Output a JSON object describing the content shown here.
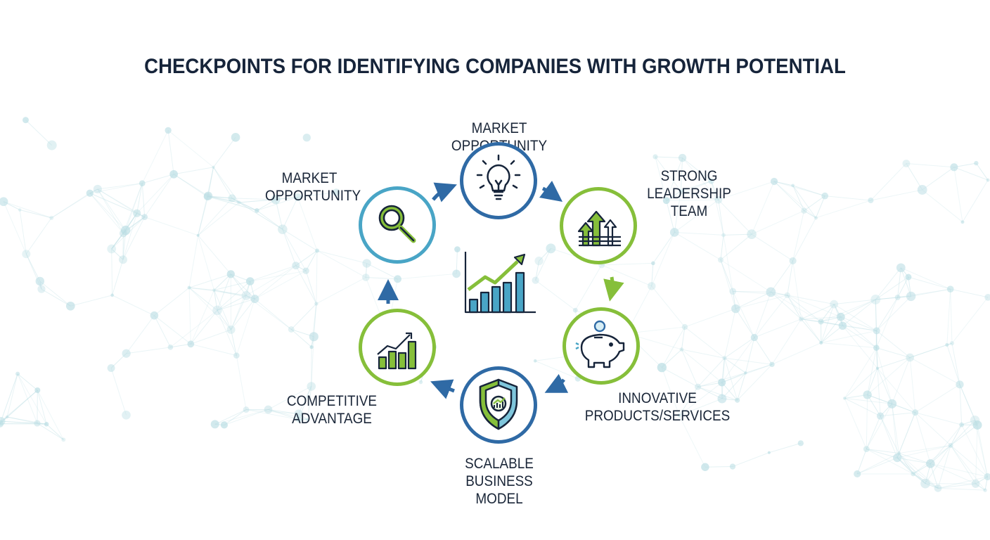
{
  "title": "CHECKPOINTS FOR IDENTIFYING COMPANIES WITH GROWTH POTENTIAL",
  "nodes": [
    {
      "id": "top",
      "label": "MARKET OPPORTUNITY",
      "icon": "lightbulb-icon"
    },
    {
      "id": "top-right",
      "label": "STRONG LEADERSHIP TEAM",
      "icon": "growth-arrows-icon"
    },
    {
      "id": "bottom-right",
      "label": "INNOVATIVE PRODUCTS/SERVICES",
      "icon": "piggy-bank-icon"
    },
    {
      "id": "bottom",
      "label": "SCALABLE BUSINESS MODEL",
      "icon": "shield-icon"
    },
    {
      "id": "bottom-left",
      "label": "COMPETITIVE ADVANTAGE",
      "icon": "bar-chart-icon"
    },
    {
      "id": "top-left",
      "label": "MARKET OPPORTUNITY",
      "icon": "magnifier-icon"
    }
  ],
  "center_icon": "growth-chart-icon",
  "colors": {
    "navy": "#16243a",
    "blue": "#2f6aa5",
    "teal": "#49a5c6",
    "green": "#86bf3a",
    "network": "#b9dde3"
  }
}
